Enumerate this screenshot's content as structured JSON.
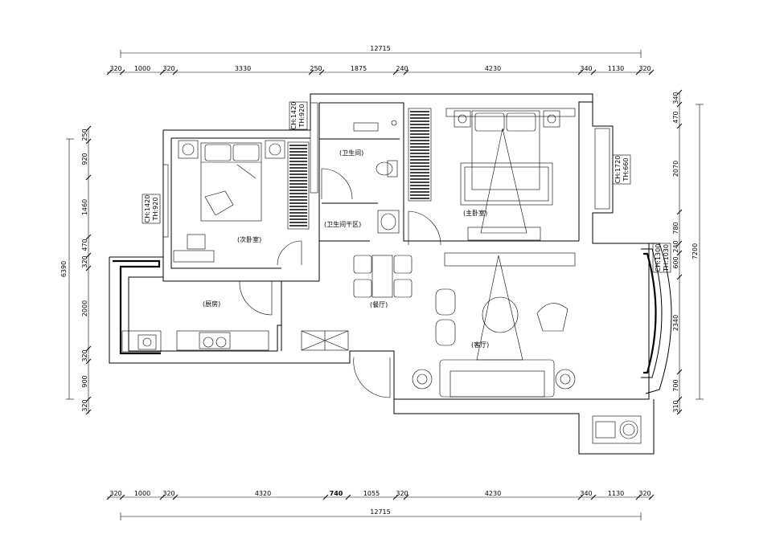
{
  "dims_top": {
    "overall": "12715",
    "segments": [
      "320",
      "1000",
      "320",
      "3330",
      "250",
      "1875",
      "240",
      "4230",
      "340",
      "1130",
      "320"
    ]
  },
  "dims_bottom": {
    "overall": "12715",
    "segments": [
      "320",
      "1000",
      "320",
      "4320",
      "740",
      "1055",
      "320",
      "4230",
      "340",
      "1130",
      "320"
    ]
  },
  "dims_left": {
    "overall": "6390",
    "segments": [
      "250",
      "920",
      "1460",
      "470",
      "320",
      "2000",
      "320",
      "900",
      "320"
    ]
  },
  "dims_right": {
    "overall": "7200",
    "segments": [
      "340",
      "470",
      "2070",
      "780",
      "240",
      "600",
      "2340",
      "700",
      "310"
    ]
  },
  "rooms": {
    "bath": "卫生间",
    "second_bedroom": "次卧室",
    "bath_dry": "卫生间干区",
    "master_bedroom": "主卧室",
    "kitchen": "厨房",
    "dining": "餐厅",
    "living": "客厅"
  },
  "windows": {
    "bath_window": [
      "CH:1420",
      "TH:920"
    ],
    "second_bed_window": [
      "CH:1420",
      "TH:920"
    ],
    "master_window": [
      "CH:1720",
      "TH:660"
    ],
    "living_window": [
      "CH:1300",
      "TH:1030"
    ]
  }
}
